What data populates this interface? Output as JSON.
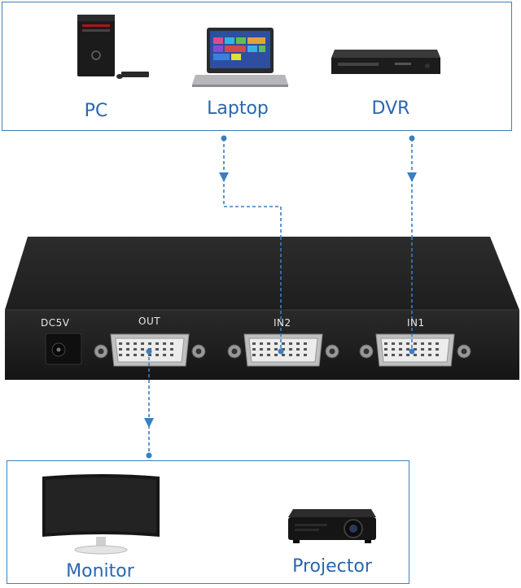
{
  "sources": {
    "pc_label": "PC",
    "laptop_label": "Laptop",
    "dvr_label": "DVR"
  },
  "switch": {
    "power_label": "DC5V",
    "out_label": "OUT",
    "in2_label": "IN2",
    "in1_label": "IN1"
  },
  "outputs": {
    "monitor_label": "Monitor",
    "projector_label": "Projector"
  },
  "colors": {
    "accent": "#2a66b0",
    "connector_line": "#3a7fc1",
    "device_body": "#1f1f1f"
  }
}
